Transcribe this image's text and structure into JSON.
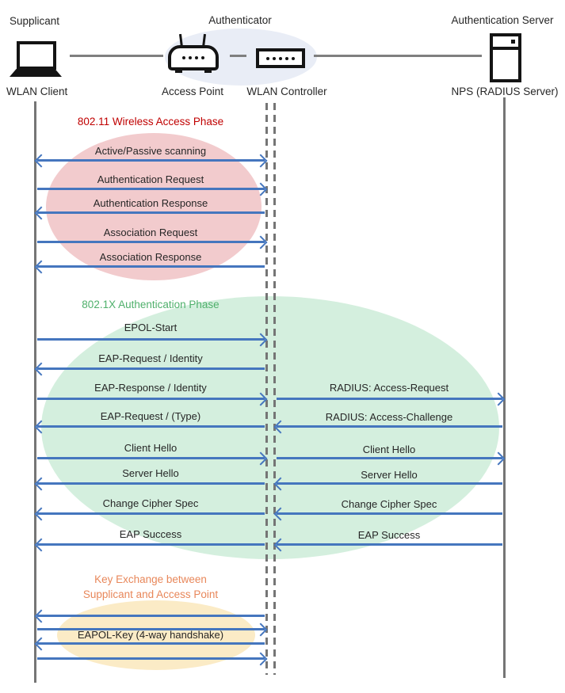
{
  "actors": {
    "supplicant": {
      "role": "Supplicant",
      "device": "WLAN Client"
    },
    "authenticator": {
      "role": "Authenticator",
      "device_ap": "Access Point",
      "device_wlc": "WLAN Controller"
    },
    "auth_server": {
      "role": "Authentication Server",
      "device": "NPS (RADIUS Server)"
    }
  },
  "phases": {
    "wireless_access": {
      "title": "802.11 Wireless Access Phase",
      "color": "#C00000"
    },
    "authentication": {
      "title": "802.1X Authentication Phase",
      "color": "#4FB06B"
    },
    "key_exchange": {
      "title_line1": "Key Exchange between",
      "title_line2": "Supplicant and Access Point",
      "color": "#E8875A"
    }
  },
  "messages": [
    {
      "label": "Active/Passive scanning",
      "segment": "client-to-controller",
      "direction": "both"
    },
    {
      "label": "Authentication Request",
      "segment": "client-to-controller",
      "direction": "right"
    },
    {
      "label": "Authentication Response",
      "segment": "client-to-controller",
      "direction": "left"
    },
    {
      "label": "Association Request",
      "segment": "client-to-controller",
      "direction": "right"
    },
    {
      "label": "Association Response",
      "segment": "client-to-controller",
      "direction": "left"
    },
    {
      "label": "EPOL-Start",
      "segment": "client-to-controller",
      "direction": "right"
    },
    {
      "label": "EAP-Request / Identity",
      "segment": "client-to-controller",
      "direction": "left"
    },
    {
      "label": "EAP-Response / Identity",
      "segment": "client-to-controller",
      "direction": "right"
    },
    {
      "label": "RADIUS: Access-Request",
      "segment": "controller-to-server",
      "direction": "right"
    },
    {
      "label": "EAP-Request / (Type)",
      "segment": "client-to-controller",
      "direction": "left"
    },
    {
      "label": "RADIUS: Access-Challenge",
      "segment": "controller-to-server",
      "direction": "left"
    },
    {
      "label": "Client Hello",
      "segment": "client-to-controller",
      "direction": "right"
    },
    {
      "label": "Client Hello",
      "segment": "controller-to-server",
      "direction": "right"
    },
    {
      "label": "Server Hello",
      "segment": "client-to-controller",
      "direction": "left"
    },
    {
      "label": "Server Hello",
      "segment": "controller-to-server",
      "direction": "left"
    },
    {
      "label": "Change Cipher Spec",
      "segment": "client-to-controller",
      "direction": "left"
    },
    {
      "label": "Change Cipher Spec",
      "segment": "controller-to-server",
      "direction": "left"
    },
    {
      "label": "EAP Success",
      "segment": "client-to-controller",
      "direction": "left"
    },
    {
      "label": "EAP Success",
      "segment": "controller-to-server",
      "direction": "left"
    },
    {
      "label": "",
      "segment": "client-to-controller",
      "direction": "left"
    },
    {
      "label": "",
      "segment": "client-to-controller",
      "direction": "right"
    },
    {
      "label": "EAPOL-Key (4-way handshake)",
      "segment": "client-to-controller",
      "direction": "left"
    },
    {
      "label": "",
      "segment": "client-to-controller",
      "direction": "right"
    }
  ],
  "colors": {
    "arrow": "#4576BE",
    "lifeline": "#757575",
    "red_phase_fill": "#F2CBCD",
    "green_phase_fill": "#D4EFDE",
    "orange_phase_fill": "#FBEBC6",
    "authenticator_group_fill": "#E9EDF6",
    "text": "#262626"
  }
}
